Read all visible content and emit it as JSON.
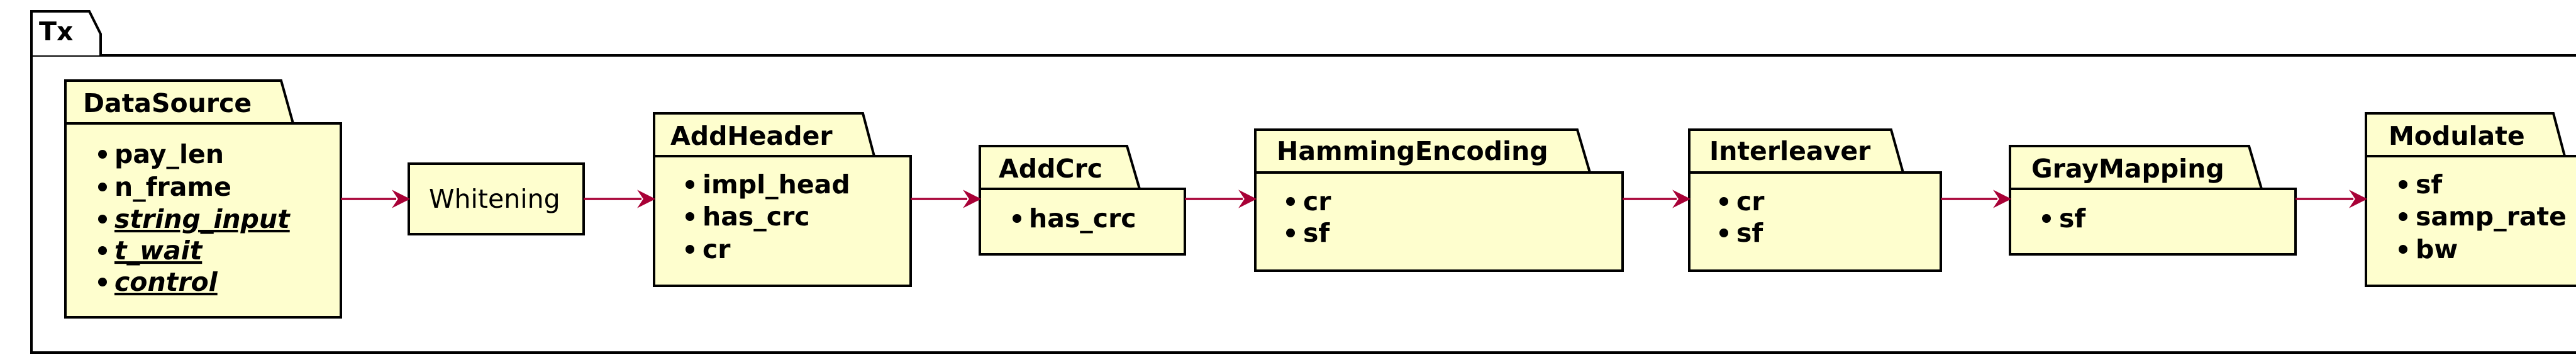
{
  "container": {
    "label": "Tx"
  },
  "blocks": [
    {
      "id": "datasource",
      "title": "DataSource",
      "fields": [
        {
          "text": "pay_len",
          "static": false
        },
        {
          "text": "n_frame",
          "static": false
        },
        {
          "text": "string_input",
          "static": true
        },
        {
          "text": "t_wait",
          "static": true
        },
        {
          "text": "control",
          "static": true
        }
      ]
    },
    {
      "id": "whitening",
      "title": "Whitening",
      "fields": []
    },
    {
      "id": "addheader",
      "title": "AddHeader",
      "fields": [
        {
          "text": "impl_head",
          "static": false
        },
        {
          "text": "has_crc",
          "static": false
        },
        {
          "text": "cr",
          "static": false
        }
      ]
    },
    {
      "id": "addcrc",
      "title": "AddCrc",
      "fields": [
        {
          "text": "has_crc",
          "static": false
        }
      ]
    },
    {
      "id": "hammingencoding",
      "title": "HammingEncoding",
      "fields": [
        {
          "text": "cr",
          "static": false
        },
        {
          "text": "sf",
          "static": false
        }
      ]
    },
    {
      "id": "interleaver",
      "title": "Interleaver",
      "fields": [
        {
          "text": "cr",
          "static": false
        },
        {
          "text": "sf",
          "static": false
        }
      ]
    },
    {
      "id": "graymapping",
      "title": "GrayMapping",
      "fields": [
        {
          "text": "sf",
          "static": false
        }
      ]
    },
    {
      "id": "modulate",
      "title": "Modulate",
      "fields": [
        {
          "text": "sf",
          "static": false
        },
        {
          "text": "samp_rate",
          "static": false
        },
        {
          "text": "bw",
          "static": false
        }
      ]
    }
  ],
  "flows": [
    {
      "from": "DataSource",
      "to": "Whitening"
    },
    {
      "from": "Whitening",
      "to": "AddHeader"
    },
    {
      "from": "AddHeader",
      "to": "AddCrc"
    },
    {
      "from": "AddCrc",
      "to": "HammingEncoding"
    },
    {
      "from": "HammingEncoding",
      "to": "Interleaver"
    },
    {
      "from": "Interleaver",
      "to": "GrayMapping"
    },
    {
      "from": "GrayMapping",
      "to": "Modulate"
    }
  ],
  "colors": {
    "block_fill": "#fefece",
    "arrow": "#a80036",
    "border": "#000000"
  }
}
